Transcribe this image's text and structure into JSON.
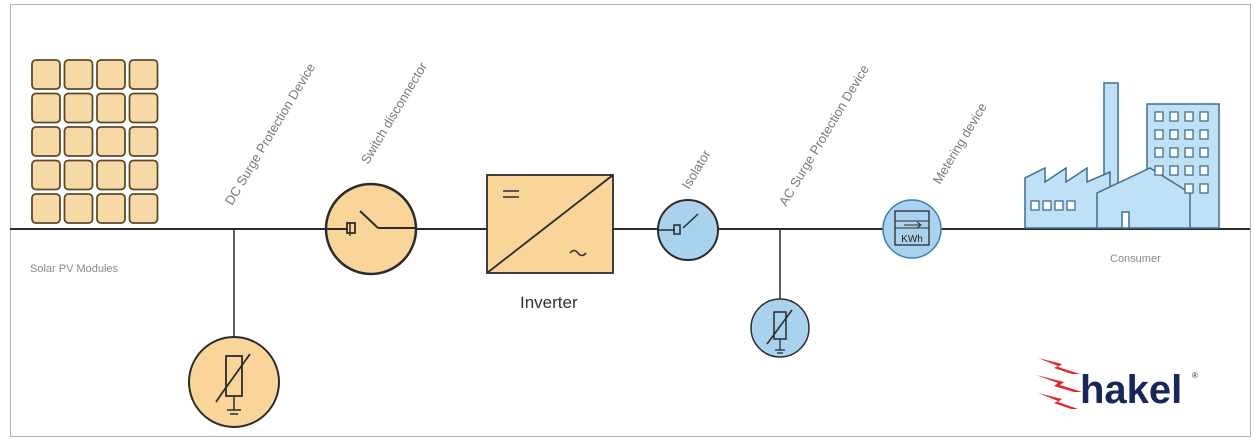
{
  "labels": {
    "dc_spd": "DC Surge Protection Device",
    "switch": "Switch disconnector",
    "isolator": "Isolator",
    "ac_spd": "AC Surge Protection Device",
    "metering": "Metering device",
    "solar": "Solar PV Modules",
    "inverter": "Inverter",
    "consumer": "Consumer",
    "kwh": "KWh"
  },
  "logo": {
    "text": "hakel",
    "mark": "®"
  },
  "colors": {
    "line": "#2b2b2b",
    "solar_fill": "#f7d9a6",
    "solar_stroke": "#5a4a2a",
    "orange_fill": "#f9d59a",
    "blue_fill": "#a9d2ef",
    "blue_stroke": "#3d7fb0",
    "building_fill": "#bfe0f5",
    "building_stroke": "#3d6f93",
    "logo_red": "#e3262a",
    "logo_navy": "#17265c"
  },
  "icons": [
    "solar-panel-icon",
    "surge-arrester-icon",
    "switch-icon",
    "inverter-icon",
    "isolator-icon",
    "kwh-meter-icon",
    "factory-icon",
    "lightning-logo-icon"
  ]
}
